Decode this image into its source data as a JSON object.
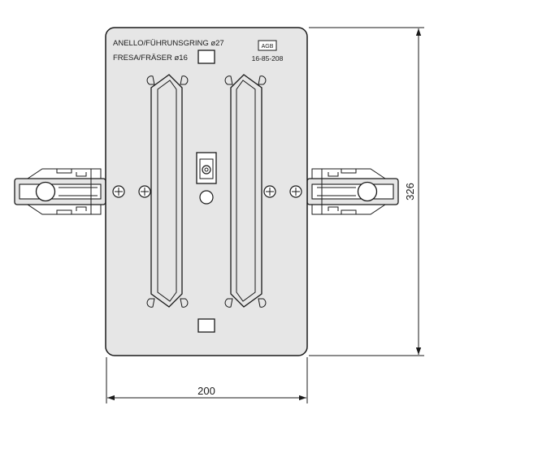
{
  "plate": {
    "ring_label": "ANELLO/FÜHRUNSGRING ø27",
    "cutter_label": "FRESA/FRÄSER ø16",
    "brand_badge": "AGB",
    "part_number": "16-85-208"
  },
  "dimensions": {
    "width": "200",
    "height": "326"
  },
  "colors": {
    "plate_fill": "#e6e6e6",
    "line": "#1a1a1a",
    "background": "#ffffff"
  }
}
